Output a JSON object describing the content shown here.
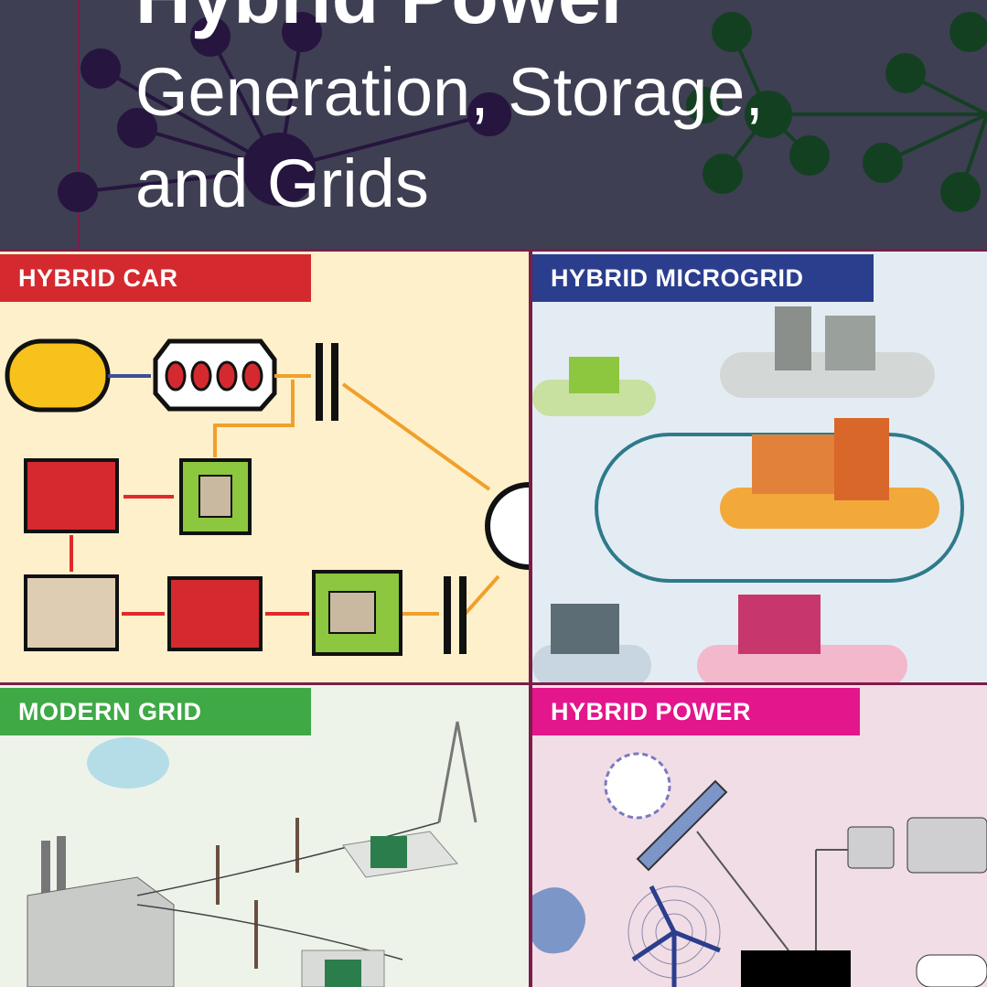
{
  "cover": {
    "title_line1": "Hybrid Power",
    "title_line2": "Generation, Storage,",
    "title_line3": "and Grids"
  },
  "panels": [
    {
      "label": "HYBRID CAR",
      "color": "#d42a2f"
    },
    {
      "label": "HYBRID MICROGRID",
      "color": "#2b3e8e"
    },
    {
      "label": "MODERN GRID",
      "color": "#3fa946"
    },
    {
      "label": "HYBRID POWER",
      "color": "#e4168b"
    }
  ]
}
